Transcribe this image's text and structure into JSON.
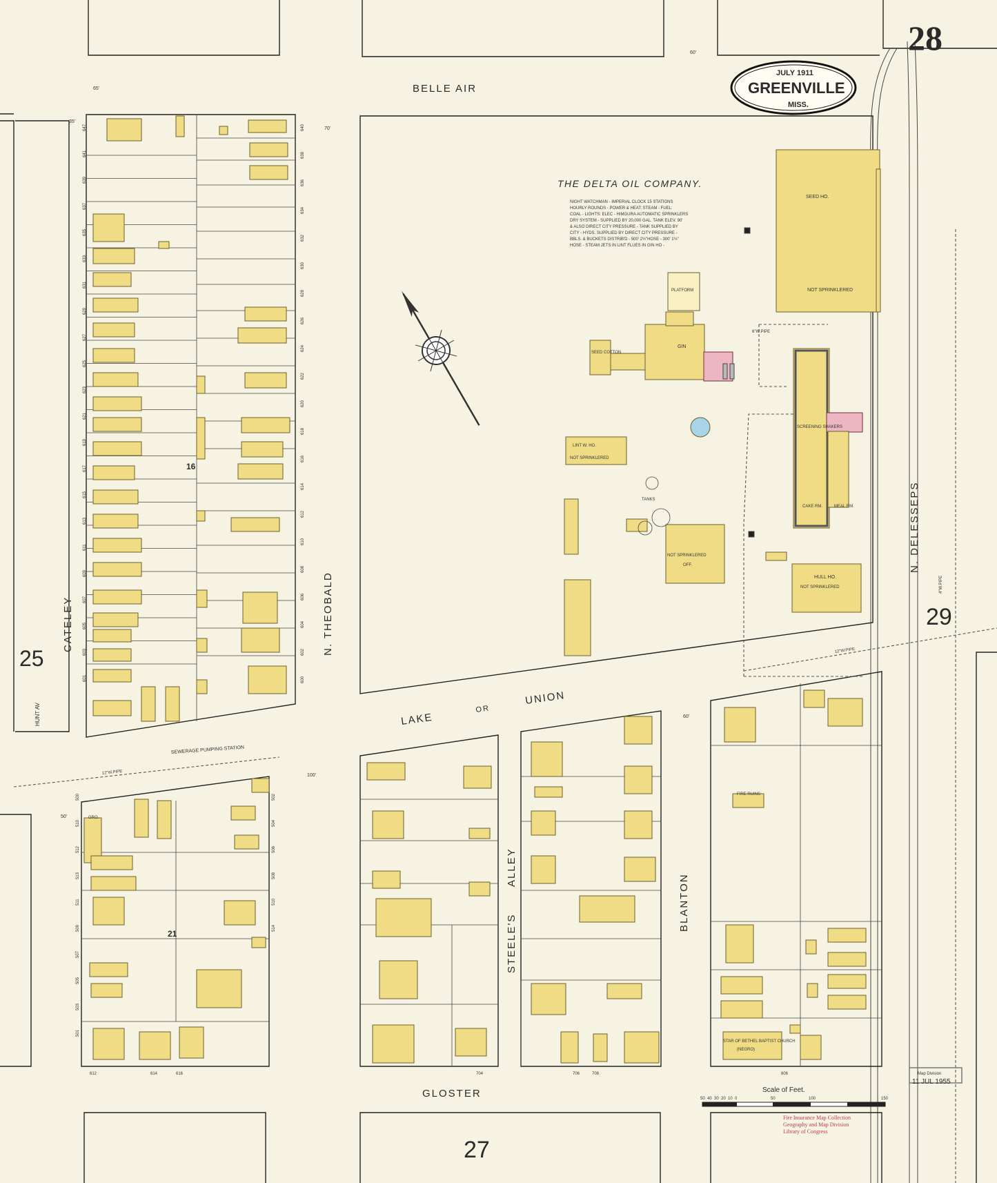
{
  "sheet": {
    "number": "28",
    "date": "JULY 1911",
    "city": "GREENVILLE",
    "state": "MISS.",
    "adjacent_sheets": [
      "25",
      "27",
      "29"
    ]
  },
  "streets": {
    "belle_air": "BELLE AIR",
    "cateley": "CATELEY",
    "n_theobald": "N. THEOBALD",
    "lake": "LAKE",
    "or": "OR",
    "union": "UNION",
    "n_delesseps": "N. DELESSEPS",
    "gloster": "GLOSTER",
    "steeles": "STEELE'S",
    "alley": "ALLEY",
    "blanton": "BLANTON",
    "hunt_av": "HUNT AV"
  },
  "company": {
    "name": "THE DELTA OIL COMPANY.",
    "notes": [
      "NIGHT WATCHMAN - IMPERIAL CLOCK 15 STATIONS",
      "HOURLY ROUNDS - POWER & HEAT: STEAM - FUEL:",
      "COAL - LIGHTS: ELEC - HIMGURA AUTOMATIC SPRINKLERS",
      "DRY SYSTEM - SUPPLIED BY 20,000 GAL. TANK ELEV. 90'",
      "& ALSO DIRECT CITY PRESSURE - TANK SUPPLIED BY",
      "CITY - HYDS. SUPPLIED BY DIRECT CITY PRESSURE -",
      "BBLS. & BUCKETS DISTRIB'D - 500' 2½\"HOSE - 300' 1½\"",
      "HOSE - STEAM JETS IN LINT FLUES IN GIN HO -"
    ]
  },
  "buildings": {
    "seed_ho": "SEED HO.",
    "not_sprinklered": "NOT SPRINKLERED",
    "platform": "PLATFORM",
    "gin": "GIN",
    "seed_cotton": "SEED COTTON",
    "lint_wh": "LINT W. HO.",
    "hull_ho": "HULL HO.",
    "screening": "SCREENING SHAKERS",
    "cake_rm": "CAKE RM.",
    "meal_rm": "MEAL RM.",
    "fire_ruins": "FIRE RUINS",
    "church": "STAR OF BETHEL BAPTIST CHURCH",
    "church_note": "(NEGRO)",
    "gro": "GRO.",
    "pump_station": "SEWERAGE PUMPING STATION",
    "off": "OFF.",
    "tanks": "TANKS"
  },
  "pipes": {
    "p12": "12\"W.PIPE",
    "p6": "6\"W.PIPE",
    "p4": "4\"W.PIPE"
  },
  "scale": {
    "label": "Scale of Feet.",
    "ticks": [
      "50",
      "40",
      "30",
      "20",
      "10",
      "0",
      "50",
      "100",
      "150"
    ]
  },
  "block_numbers": [
    "16",
    "21"
  ],
  "stamp": {
    "division": "Map Division",
    "date": "11 JUL 1955"
  },
  "credit": [
    "Fire Insurance Map Collection",
    "Geography and Map Division",
    "Library of Congress"
  ],
  "dimensions": [
    "60'",
    "65'",
    "35'",
    "70'",
    "100'",
    "50'",
    "60'"
  ],
  "lot_numbers": {
    "west_col": [
      "647",
      "641",
      "639",
      "637",
      "635",
      "633",
      "631",
      "629",
      "627",
      "625",
      "623",
      "621",
      "619",
      "617",
      "615",
      "613",
      "611",
      "609",
      "607",
      "605",
      "603",
      "601"
    ],
    "theobald_col": [
      "640",
      "638",
      "636",
      "634",
      "632",
      "630",
      "628",
      "626",
      "624",
      "622",
      "620",
      "618",
      "616",
      "614",
      "612",
      "610",
      "608",
      "606",
      "604",
      "602",
      "600"
    ],
    "lower_left": [
      "500",
      "510",
      "512",
      "513",
      "511",
      "509",
      "507",
      "505",
      "503",
      "501",
      "502",
      "504",
      "506",
      "508",
      "510",
      "514"
    ],
    "bottom": [
      "612",
      "614",
      "616",
      "704",
      "706",
      "708",
      "806"
    ]
  },
  "colors": {
    "frame": "#f1dc86",
    "brick": "#eeb5c3",
    "metal": "#b9b9b9",
    "paper": "#f7f3e3",
    "ink": "#2a2a2a",
    "credit": "#c0394d"
  }
}
